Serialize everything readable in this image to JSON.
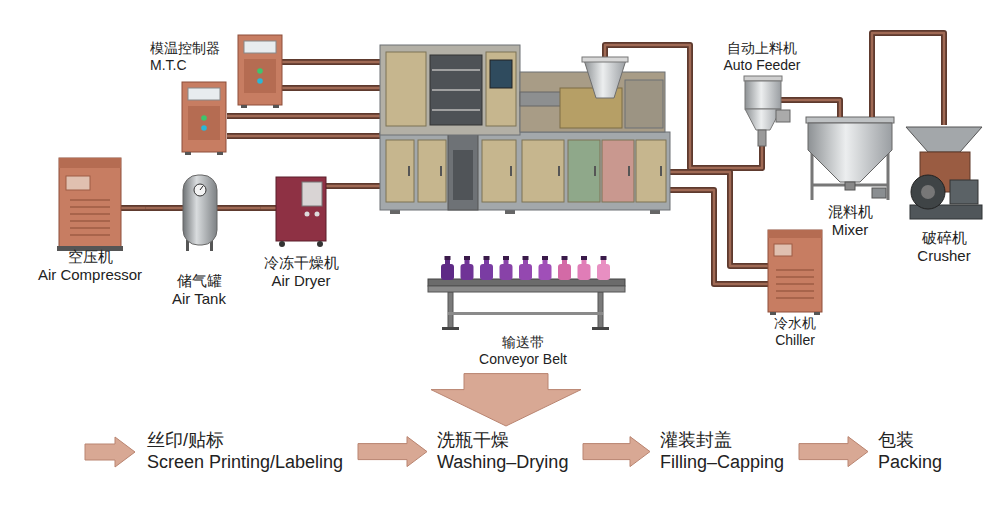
{
  "diagram": {
    "nodes": [
      {
        "text": [
          "模温控制器",
          "M.T.C"
        ]
      },
      {
        "text": [
          "空压机",
          "Air Compressor"
        ]
      },
      {
        "text": [
          "储气罐",
          "Air Tank"
        ]
      },
      {
        "text": [
          "冷冻干燥机",
          "Air Dryer"
        ]
      },
      {
        "text": [
          "自动上料机",
          "Auto Feeder"
        ]
      },
      {
        "text": [
          "混料机",
          "Mixer"
        ]
      },
      {
        "text": [
          "破碎机",
          "Crusher"
        ]
      },
      {
        "text": [
          "输送带",
          "Conveyor Belt"
        ]
      },
      {
        "text": [
          "冷水机",
          "Chiller"
        ]
      },
      {
        "text": [
          "丝印/贴标",
          "Screen Printing/Labeling"
        ]
      },
      {
        "text": [
          "洗瓶干燥",
          "Washing–Drying"
        ]
      },
      {
        "text": [
          "灌装封盖",
          "Filling–Capping"
        ]
      },
      {
        "text": [
          "包装",
          "Packing"
        ]
      }
    ],
    "edges": [
      {
        "from": 1,
        "to": 2,
        "arrow": "none"
      },
      {
        "from": 2,
        "to": 3,
        "arrow": "none"
      },
      {
        "from": 4,
        "to": 5,
        "arrow": "none"
      },
      {
        "from": 5,
        "to": 6,
        "arrow": "none"
      },
      {
        "from": 7,
        "to": 10,
        "arrow": "to"
      },
      {
        "from": 9,
        "to": 10,
        "arrow": "to"
      },
      {
        "from": 10,
        "to": 11,
        "arrow": "to"
      },
      {
        "from": 11,
        "to": 12,
        "arrow": "to"
      }
    ]
  }
}
